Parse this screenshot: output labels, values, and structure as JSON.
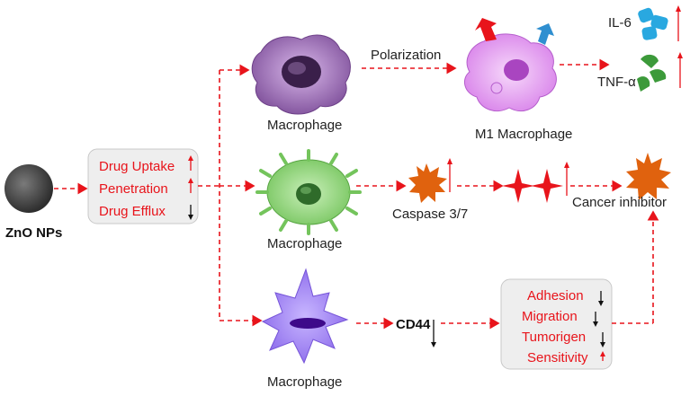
{
  "nanoparticle": {
    "label": "ZnO NPs"
  },
  "uptake_box": {
    "items": [
      {
        "text": "Drug Uptake",
        "direction": "up"
      },
      {
        "text": "Penetration",
        "direction": "up"
      },
      {
        "text": "Drug Efflux",
        "direction": "down"
      }
    ]
  },
  "top_path": {
    "cell_label": "Macrophage",
    "arrow_label": "Polarization",
    "m1_label": "M1 Macrophage",
    "cytokines": [
      {
        "text": "IL-6",
        "direction": "up"
      },
      {
        "text": "TNF-α",
        "direction": "up"
      }
    ]
  },
  "middle_path": {
    "cell_label": "Macrophage",
    "caspase_label": "Caspase 3/7",
    "outcome_label": "Cancer inhibitor"
  },
  "bottom_path": {
    "cell_label": "Macrophage",
    "marker_label": "CD44",
    "effects": [
      {
        "text": "Adhesion",
        "direction": "down"
      },
      {
        "text": "Migration",
        "direction": "down"
      },
      {
        "text": "Tumorigen",
        "direction": "down"
      },
      {
        "text": "Sensitivity",
        "direction": "up"
      }
    ]
  },
  "colors": {
    "accent_red": "#e8141b",
    "macrophage_purple": "#9a6fb0",
    "m1_pink": "#e59df0",
    "green_cell": "#8fd27c",
    "violet_cell": "#9b7cf0",
    "burst_orange": "#e0620e",
    "il6_blue": "#29a8e0",
    "tnf_green": "#3c9a3a"
  }
}
